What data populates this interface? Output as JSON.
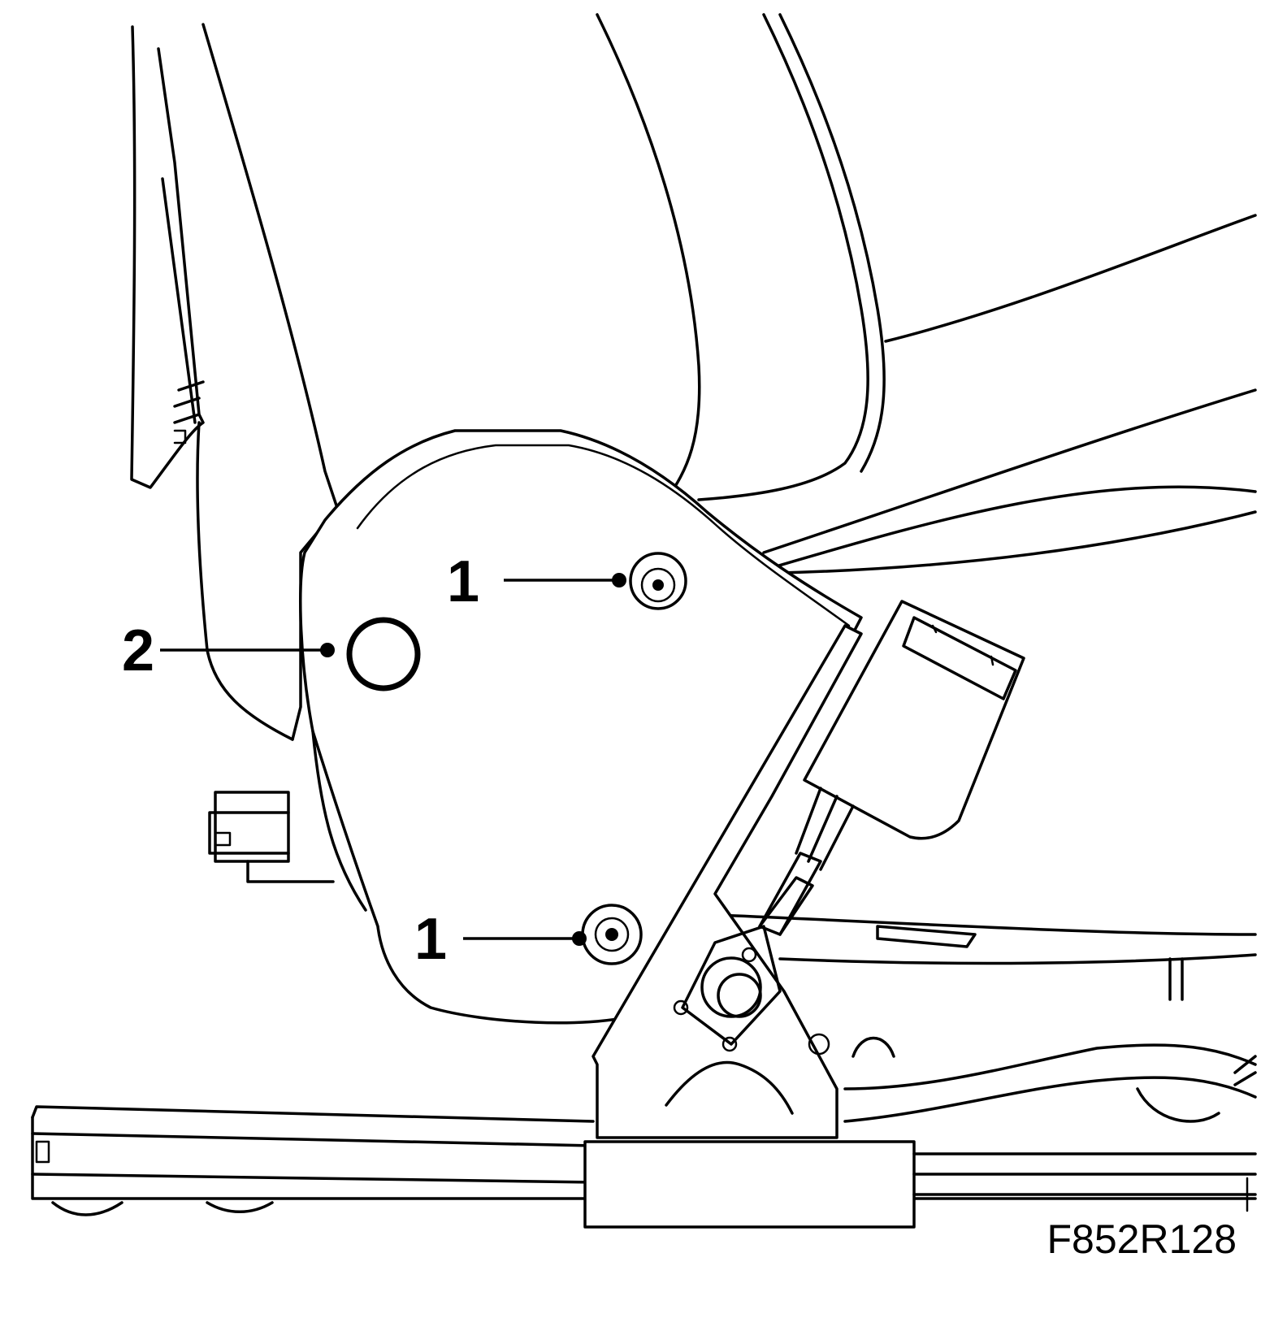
{
  "figure": {
    "id": "F852R128",
    "callouts": [
      {
        "key": "bolt_upper",
        "label": "1"
      },
      {
        "key": "cover_plug",
        "label": "2"
      },
      {
        "key": "bolt_lower",
        "label": "1"
      }
    ]
  },
  "colors": {
    "line": "#000000",
    "background": "#ffffff"
  }
}
